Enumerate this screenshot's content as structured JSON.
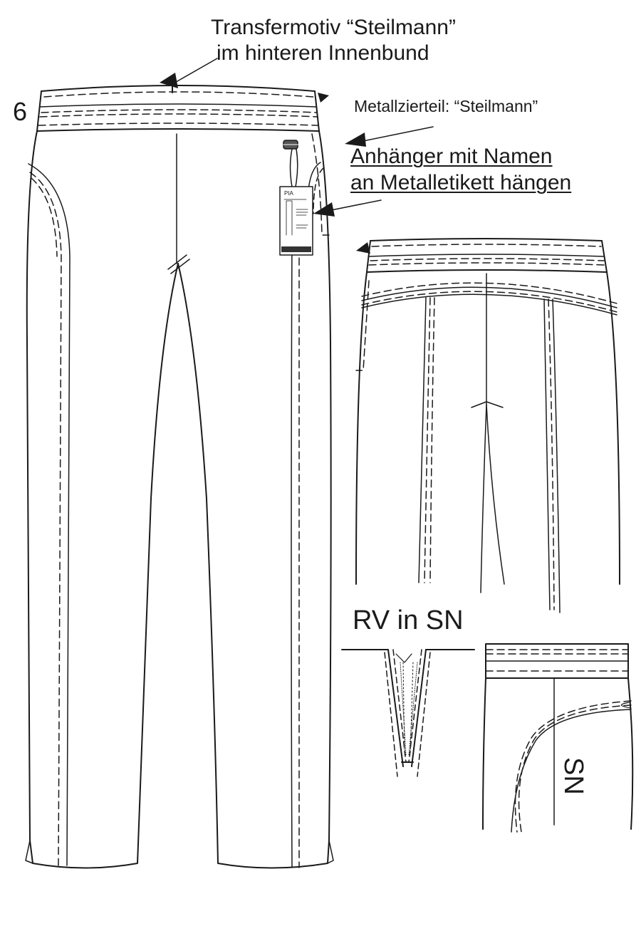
{
  "page_number": "6",
  "annotations": {
    "transfer_line1": "Transfermotiv “Steilmann”",
    "transfer_line2": "im hinteren Innenbund",
    "metal_part": "Metallzierteil: “Steilmann”",
    "tag_line1": "Anhänger mit Namen",
    "tag_line2": "an Metalletikett hängen",
    "zipper_title": "RV in SN",
    "side_seam": "SN"
  },
  "hang_tag": {
    "name": "PIA"
  }
}
